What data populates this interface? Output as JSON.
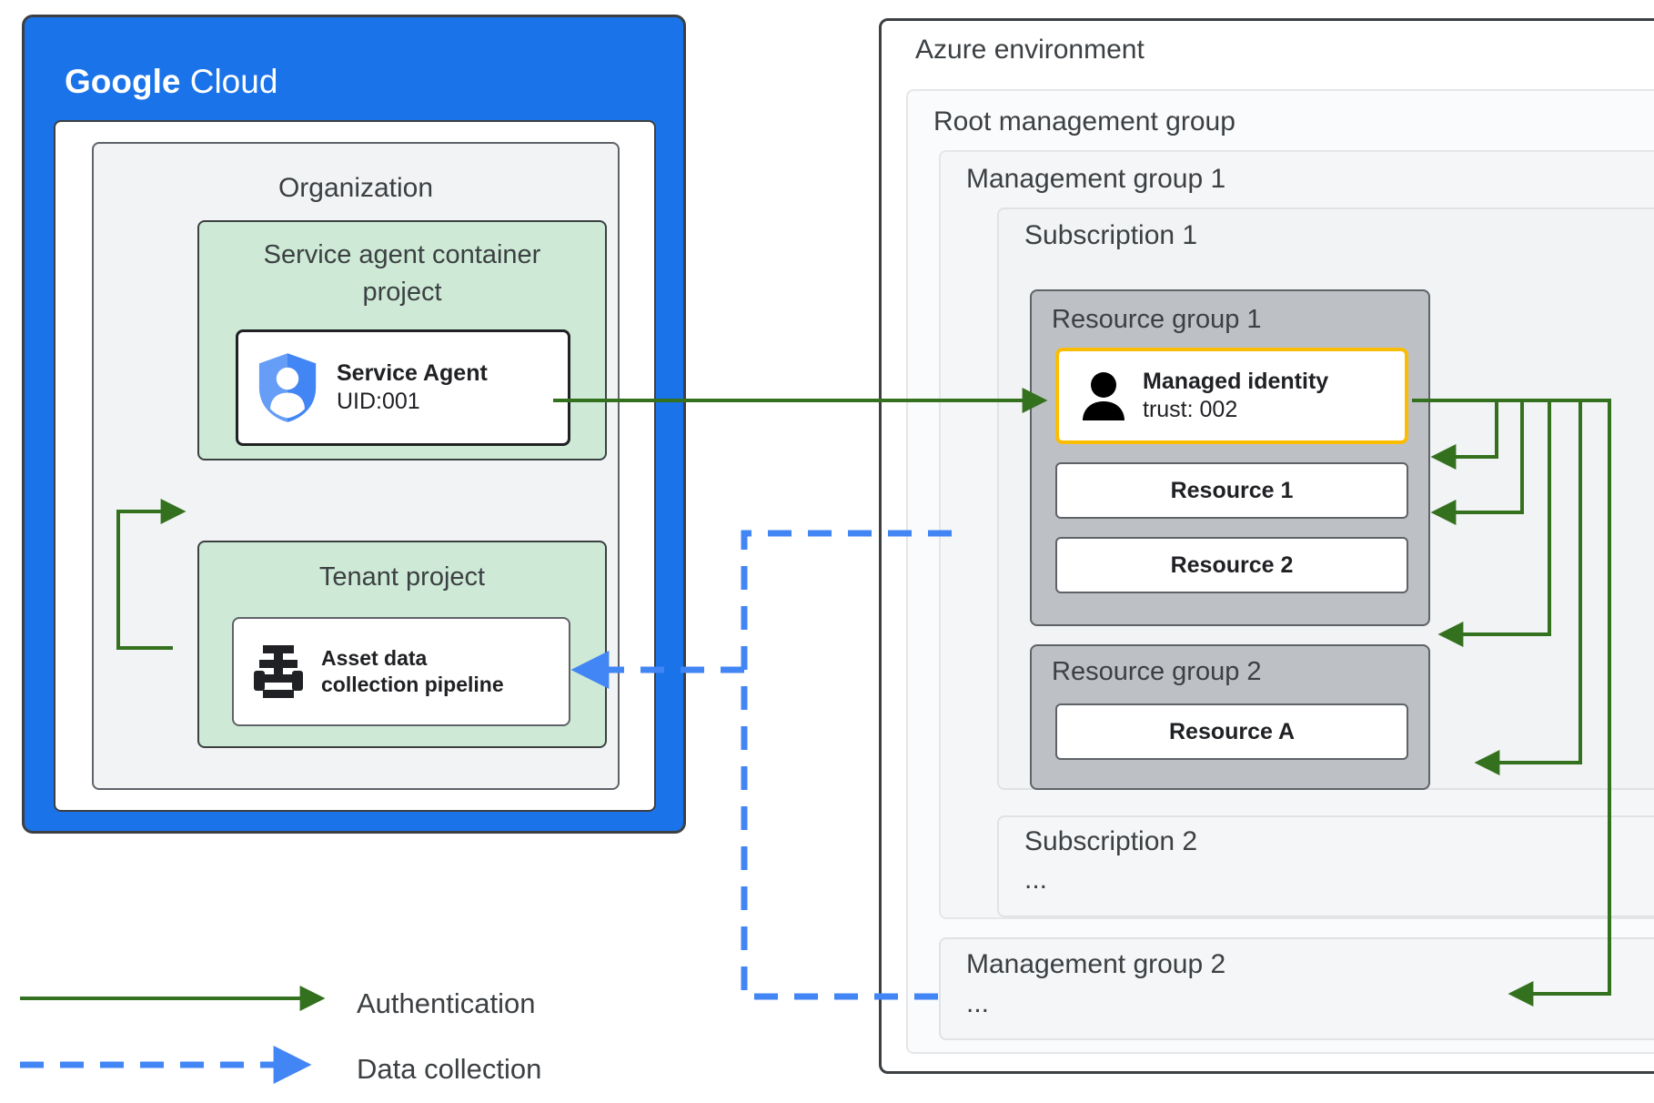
{
  "google_cloud": {
    "logo_bold": "Google",
    "logo_light": "Cloud",
    "organization": {
      "title": "Organization"
    },
    "service_agent_project": {
      "title_line1": "Service agent container",
      "title_line2": "project",
      "card": {
        "icon": "shield-person-icon",
        "name": "Service Agent",
        "uid": "UID:001"
      }
    },
    "tenant_project": {
      "title": "Tenant  project",
      "card": {
        "icon": "pipeline-valve-icon",
        "line1": "Asset data",
        "line2": "collection pipeline"
      }
    }
  },
  "azure": {
    "title": "Azure environment",
    "root_management_group": {
      "title": "Root management group"
    },
    "management_group_1": {
      "title": "Management group 1"
    },
    "subscription_1": {
      "title": "Subscription 1"
    },
    "resource_group_1": {
      "title": "Resource group 1",
      "managed_identity": {
        "icon": "person-icon",
        "name": "Managed identity",
        "trust": "trust: 002"
      },
      "resources": [
        "Resource 1",
        "Resource 2"
      ]
    },
    "resource_group_2": {
      "title": "Resource group 2",
      "resources": [
        "Resource A"
      ]
    },
    "subscription_2": {
      "title": "Subscription 2",
      "dots": "..."
    },
    "management_group_2": {
      "title": "Management group 2",
      "dots": "..."
    }
  },
  "legend": {
    "items": [
      {
        "label": "Authentication",
        "style": "solid",
        "color": "#34711f"
      },
      {
        "label": "Data collection",
        "style": "dashed",
        "color": "#4285f4"
      }
    ]
  },
  "colors": {
    "google_blue": "#1a73e8",
    "green_arrow": "#34711f",
    "blue_arrow": "#4285f4",
    "project_green": "#ceead6",
    "resource_group_gray": "#bdc1c6",
    "identity_border": "#fbbc04"
  }
}
